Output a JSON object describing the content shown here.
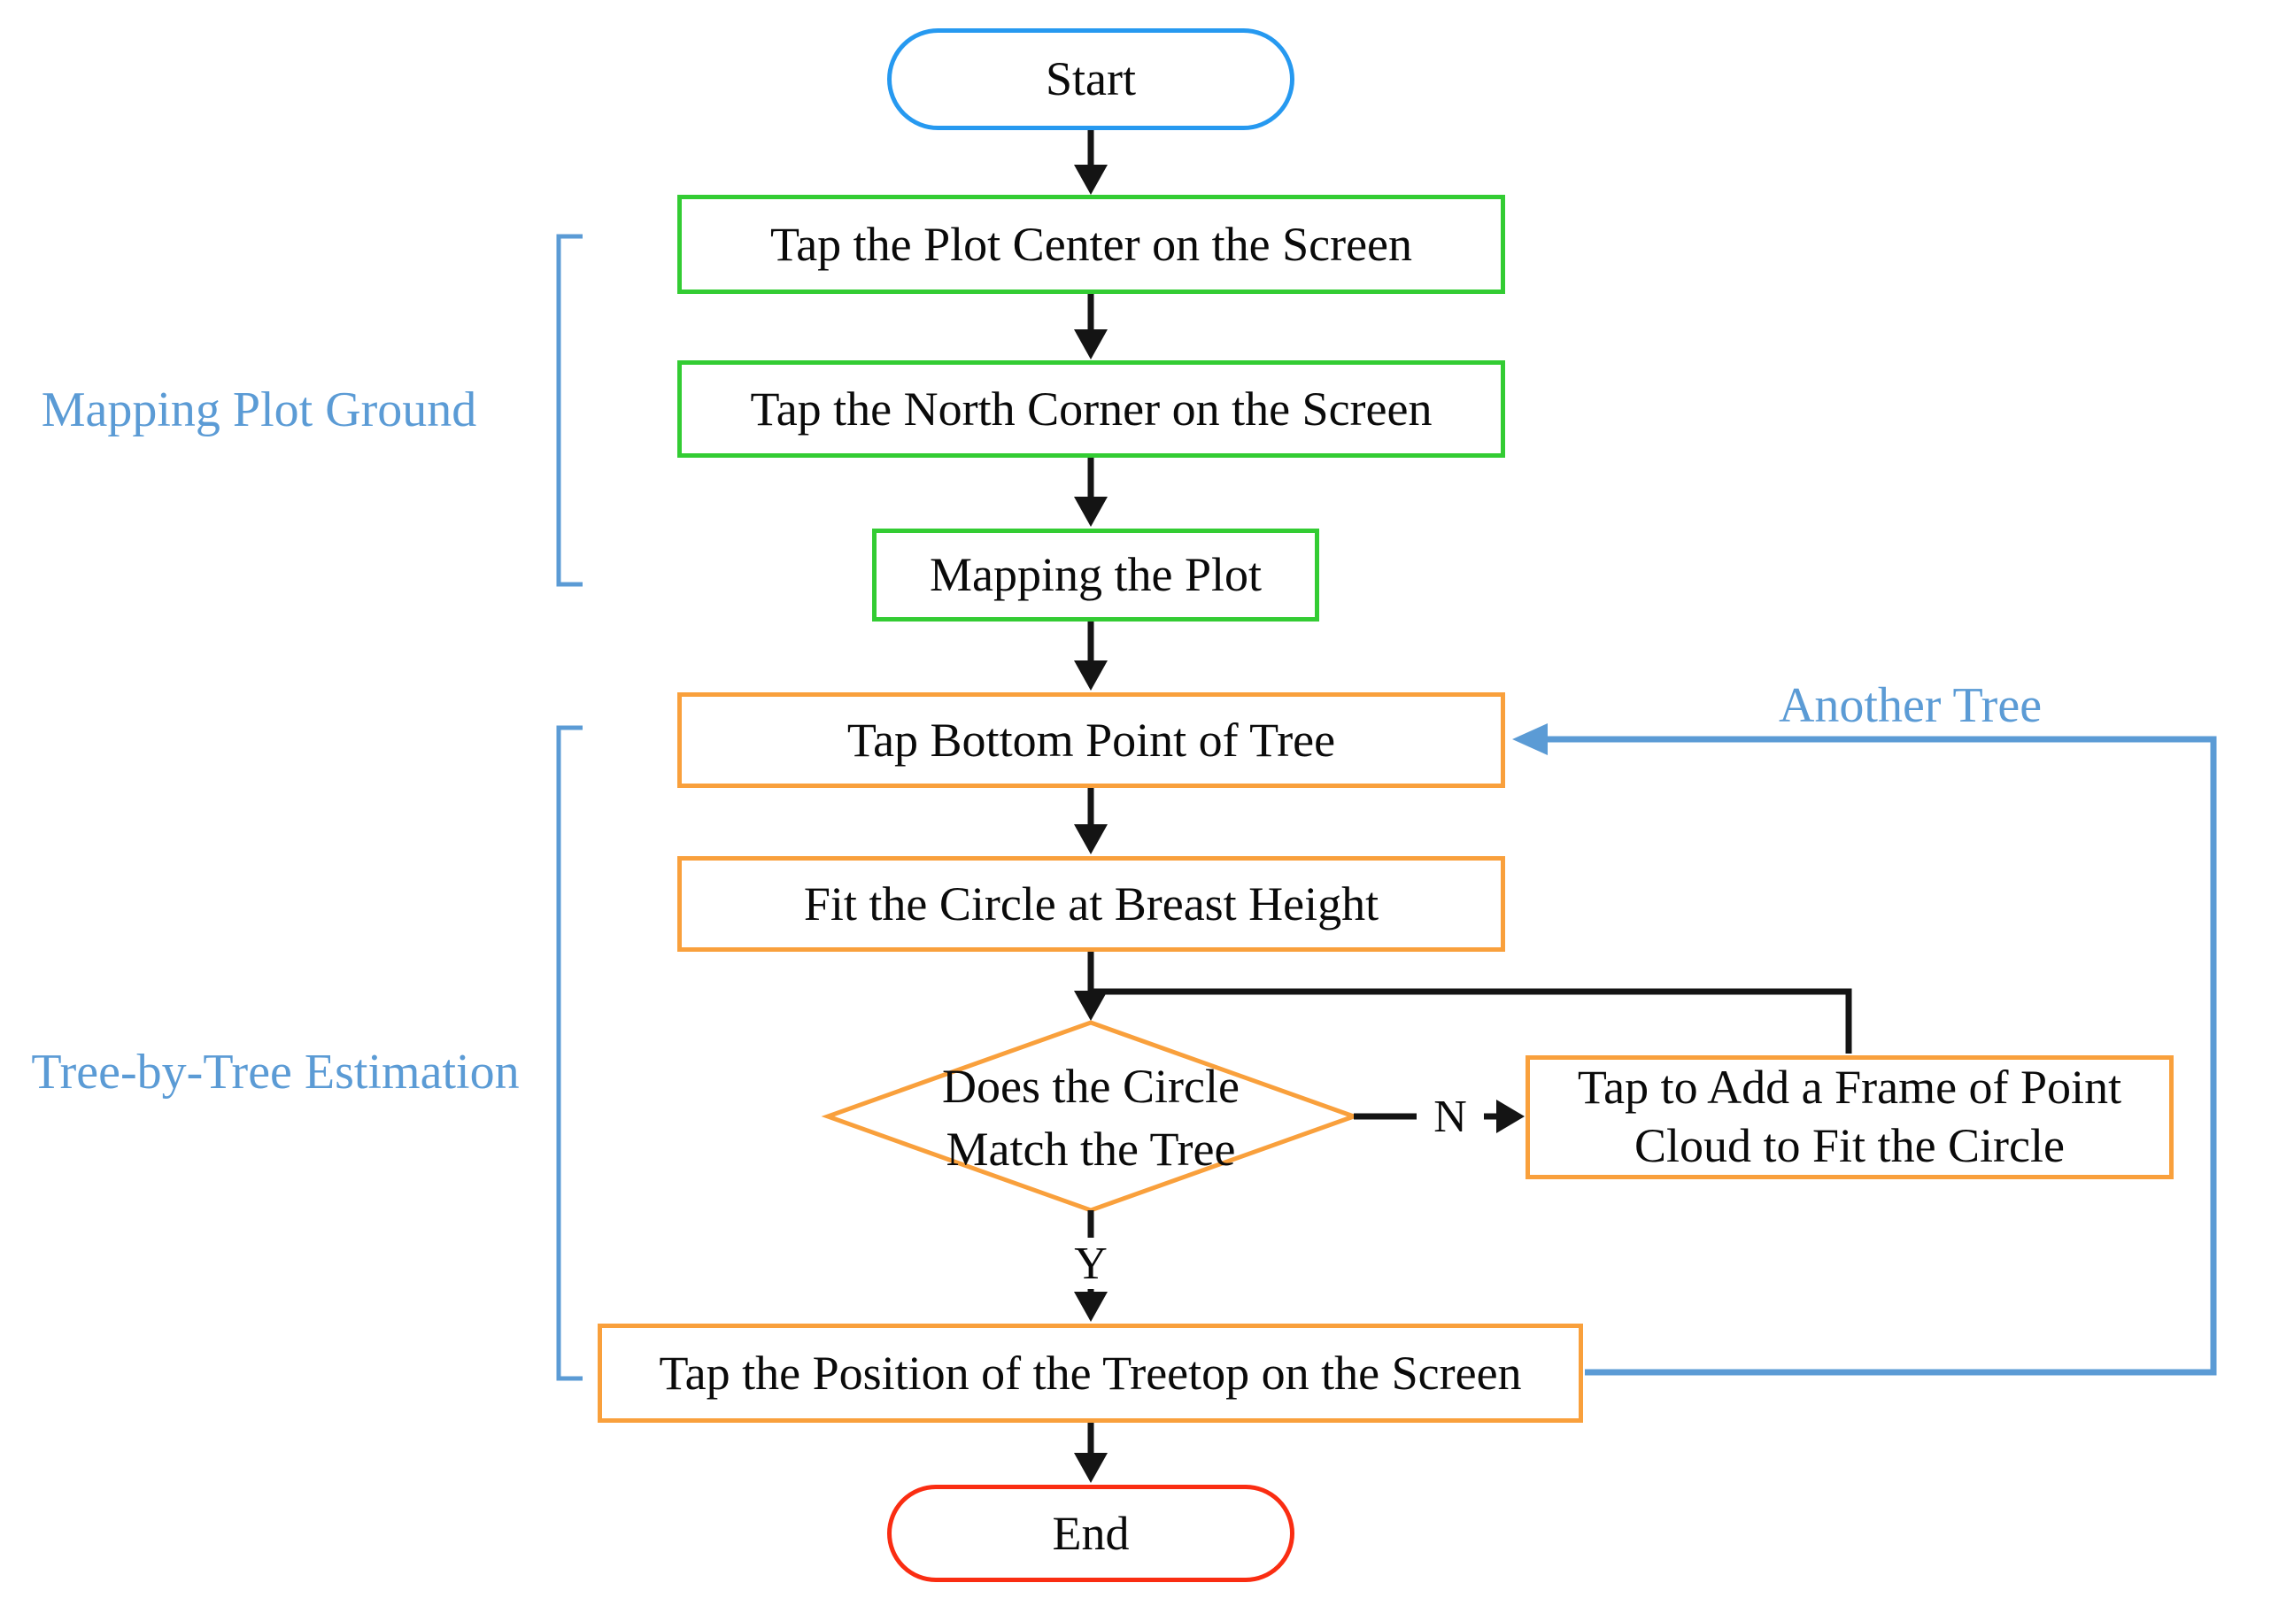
{
  "diagram": {
    "nodes": {
      "start": "Start",
      "tap_plot_center": "Tap the Plot Center on the Screen",
      "tap_north_corner": "Tap the North Corner on the Screen",
      "mapping_the_plot": "Mapping the Plot",
      "tap_bottom_point": "Tap Bottom Point of Tree",
      "fit_circle": "Fit the Circle at Breast Height",
      "decision_line1": "Does the Circle",
      "decision_line2": "Match the Tree",
      "add_frame_line1": "Tap to Add a Frame of Point",
      "add_frame_line2": "Cloud to Fit the Circle",
      "tap_treetop": "Tap the Position of the Treetop on the Screen",
      "end": "End"
    },
    "branch_labels": {
      "no": "N",
      "yes": "Y"
    },
    "group_labels": {
      "mapping_plot_ground": "Mapping Plot Ground",
      "tree_by_tree": "Tree-by-Tree Estimation",
      "another_tree": "Another Tree"
    },
    "colors": {
      "start_border": "#2699F0",
      "process_green": "#33CC33",
      "process_orange": "#F9A03C",
      "end_border": "#FA2D12",
      "annotation_blue": "#5B9BD5",
      "flow_black": "#141414",
      "text_black": "#0A0A0A"
    }
  }
}
